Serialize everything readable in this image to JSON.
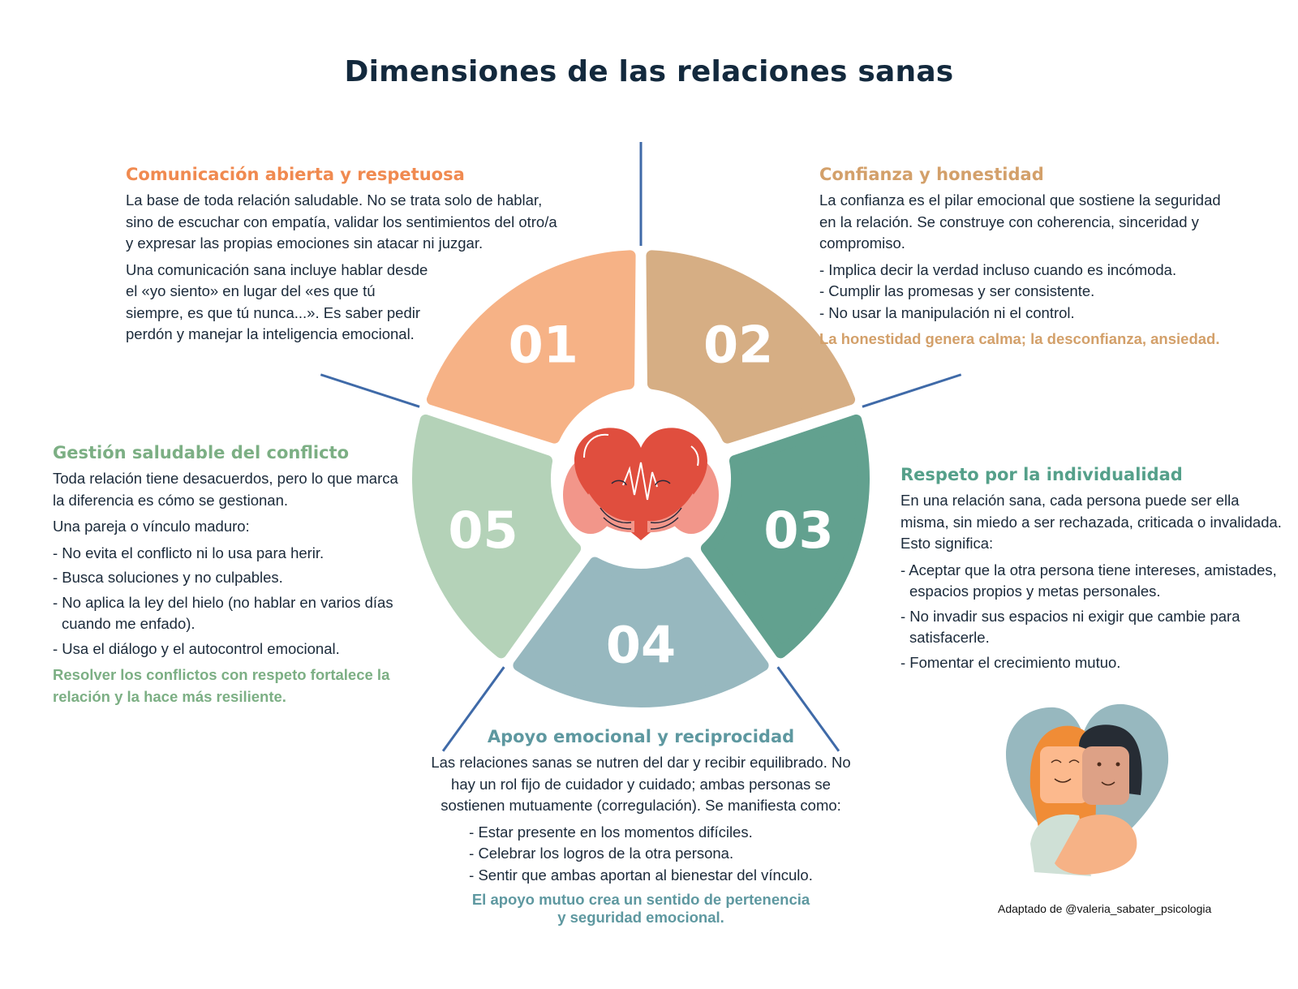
{
  "title": "Dimensiones de las relaciones sanas",
  "colors": {
    "seg01": "#f6b286",
    "seg02": "#d6ae84",
    "seg03": "#62a18f",
    "seg04": "#97b8bf",
    "seg05": "#b4d2b8",
    "connector": "#3f6aa8",
    "title": "#13293d"
  },
  "segments": [
    {
      "number": "01",
      "name": "comunicacion"
    },
    {
      "number": "02",
      "name": "confianza"
    },
    {
      "number": "03",
      "name": "respeto"
    },
    {
      "number": "04",
      "name": "apoyo"
    },
    {
      "number": "05",
      "name": "conflicto"
    }
  ],
  "center_icon": "heart-in-hands-icon",
  "dimensions": {
    "d1": {
      "heading": "Comunicación abierta y respetuosa",
      "paragraphs": [
        "La base de toda relación saludable. No se trata solo de hablar, sino de escuchar con empatía, validar los sentimientos del otro/a y expresar las propias emociones sin atacar ni juzgar.",
        "Una comunicación sana incluye hablar desde el «yo siento» en lugar del «es que tú siempre, es que tú nunca...». Es saber pedir perdón y manejar la inteligencia emocional."
      ]
    },
    "d2": {
      "heading": "Confianza y honestidad",
      "paragraphs": [
        "La confianza es el pilar emocional que sostiene la seguridad en la relación. Se construye con coherencia, sinceridad y compromiso."
      ],
      "bullets": [
        "- Implica decir la verdad incluso cuando es incómoda.",
        "- Cumplir las promesas y ser consistente.",
        "- No usar la manipulación ni el control."
      ],
      "highlight": "La honestidad genera calma; la desconfianza, ansiedad."
    },
    "d3": {
      "heading": "Respeto por la individualidad",
      "paragraphs": [
        "En una relación sana, cada persona puede ser ella misma, sin miedo a ser rechazada, criticada o invalidada. Esto significa:"
      ],
      "bullets": [
        "- Aceptar que la otra persona tiene intereses, amistades, espacios propios y metas personales.",
        "- No invadir sus espacios ni exigir que cambie para satisfacerle.",
        "- Fomentar el crecimiento mutuo."
      ]
    },
    "d4": {
      "heading": "Apoyo emocional y reciprocidad",
      "paragraphs": [
        "Las relaciones sanas se nutren del dar y recibir equilibrado. No hay un rol fijo de cuidador y cuidado; ambas personas se sostienen mutuamente (corregulación). Se manifiesta como:"
      ],
      "bullets": [
        "- Estar presente en los momentos difíciles.",
        "- Celebrar los logros de la otra persona.",
        "- Sentir que ambas aportan al bienestar del vínculo."
      ],
      "highlight": "El apoyo mutuo crea un sentido de pertenencia y seguridad emocional."
    },
    "d5": {
      "heading": "Gestión saludable del conflicto",
      "paragraphs": [
        "Toda relación tiene desacuerdos, pero lo que marca la diferencia es cómo se gestionan.",
        "Una pareja o vínculo maduro:"
      ],
      "bullets": [
        "- No evita el conflicto ni lo usa para herir.",
        "- Busca soluciones y no culpables.",
        "- No aplica la ley del hielo (no hablar en varios días cuando me enfado).",
        "- Usa el diálogo y el autocontrol emocional."
      ],
      "highlight": "Resolver los conflictos con respeto fortalece la relación y la hace más resiliente."
    }
  },
  "illustration": "couple-hugging-heart-icon",
  "credit": "Adaptado de @valeria_sabater_psicologia"
}
